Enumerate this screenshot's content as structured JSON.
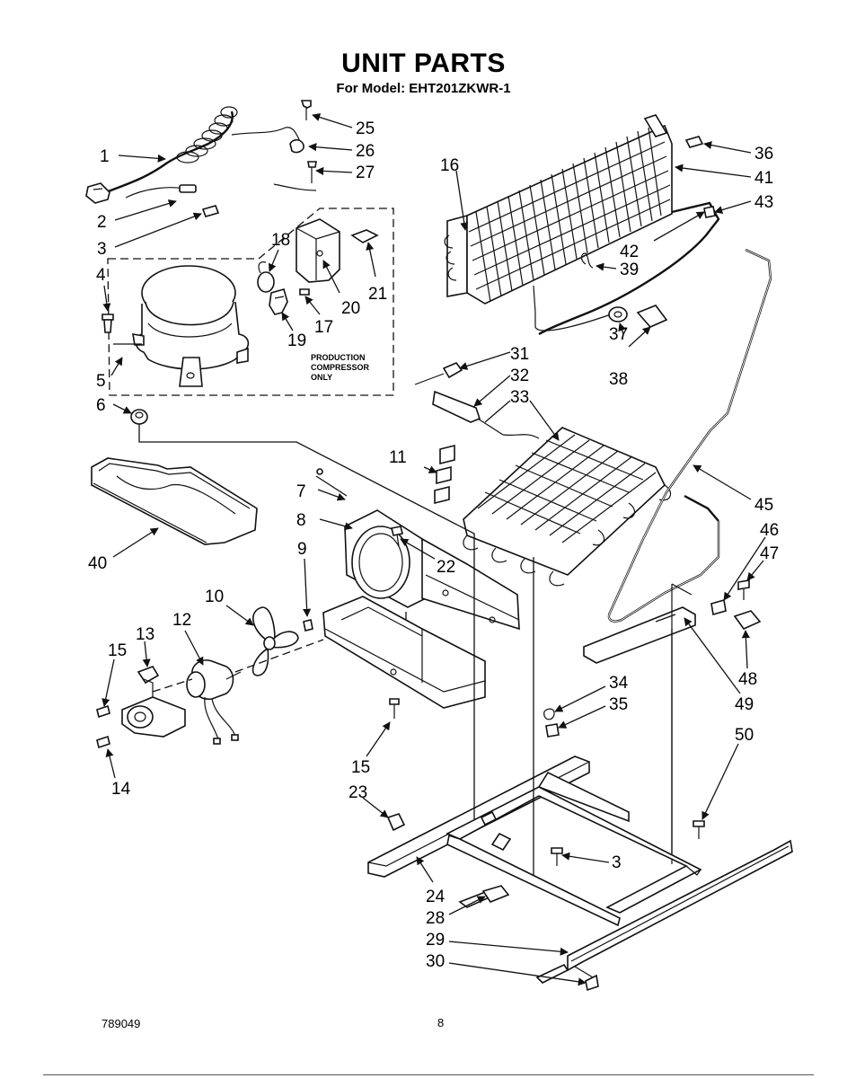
{
  "header": {
    "title": "UNIT PARTS",
    "subtitle": "For Model: EHT201ZKWR-1"
  },
  "compressor_box": {
    "note_lines": [
      "PRODUCTION",
      "COMPRESSOR",
      "ONLY"
    ]
  },
  "callouts": [
    "1",
    "2",
    "3",
    "4",
    "5",
    "6",
    "7",
    "8",
    "9",
    "10",
    "11",
    "12",
    "13",
    "14",
    "15",
    "15",
    "16",
    "17",
    "18",
    "19",
    "20",
    "21",
    "22",
    "23",
    "24",
    "25",
    "26",
    "27",
    "28",
    "29",
    "30",
    "31",
    "32",
    "33",
    "34",
    "35",
    "36",
    "37",
    "38",
    "39",
    "40",
    "41",
    "42",
    "43",
    "45",
    "46",
    "47",
    "48",
    "49",
    "50",
    "3"
  ],
  "footer": {
    "code": "789049",
    "page": "8"
  }
}
